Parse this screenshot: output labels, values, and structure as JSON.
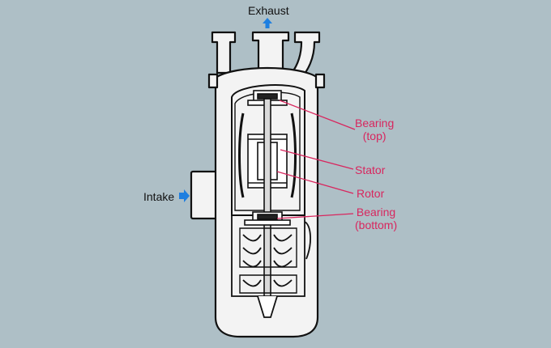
{
  "colors": {
    "background": "#aebfc6",
    "line": "#111111",
    "body_fill": "#f3f3f3",
    "callout": "#d8265e",
    "arrow": "#1e7fe0"
  },
  "labels": {
    "exhaust": "Exhaust",
    "intake": "Intake",
    "bearing_top_1": "Bearing",
    "bearing_top_2": "(top)",
    "stator": "Stator",
    "rotor": "Rotor",
    "bearing_bottom_1": "Bearing",
    "bearing_bottom_2": "(bottom)"
  },
  "icons": {
    "exhaust_arrow": "arrow-up-icon",
    "intake_arrow": "arrow-right-icon"
  }
}
